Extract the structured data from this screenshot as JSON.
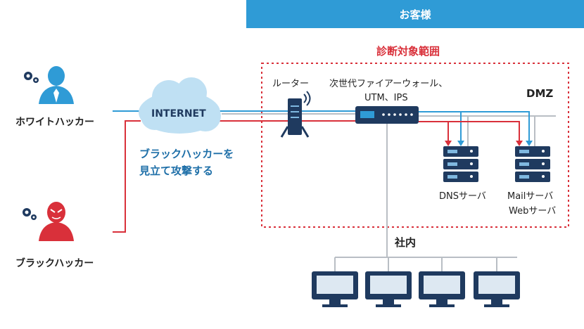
{
  "header": {
    "customer_label": "お客様"
  },
  "scope": {
    "title": "診断対象範囲"
  },
  "zones": {
    "dmz": "DMZ",
    "internal": "社内"
  },
  "actors": {
    "white_hacker": "ホワイトハッカー",
    "black_hacker": "ブラックハッカー"
  },
  "cloud": {
    "label": "INTERNET",
    "caption_line1": "ブラックハッカーを",
    "caption_line2": "見立て攻撃する"
  },
  "devices": {
    "router": "ルーター",
    "firewall_line1": "次世代ファイアーウォール、",
    "firewall_line2": "UTM、IPS",
    "dns_server": "DNSサーバ",
    "mail_server_line1": "Mailサーバ",
    "mail_server_line2": "Webサーバ"
  },
  "colors": {
    "blue_accent": "#2f9bd6",
    "red_accent": "#d9303a",
    "dark_navy": "#1f3a5f",
    "gray_line": "#b9bec4"
  },
  "icons": {
    "white_hacker": "person-gears-icon",
    "black_hacker": "person-devil-icon",
    "router": "router-icon",
    "firewall": "firewall-appliance-icon",
    "server": "server-stack-icon",
    "monitor": "monitor-icon"
  }
}
